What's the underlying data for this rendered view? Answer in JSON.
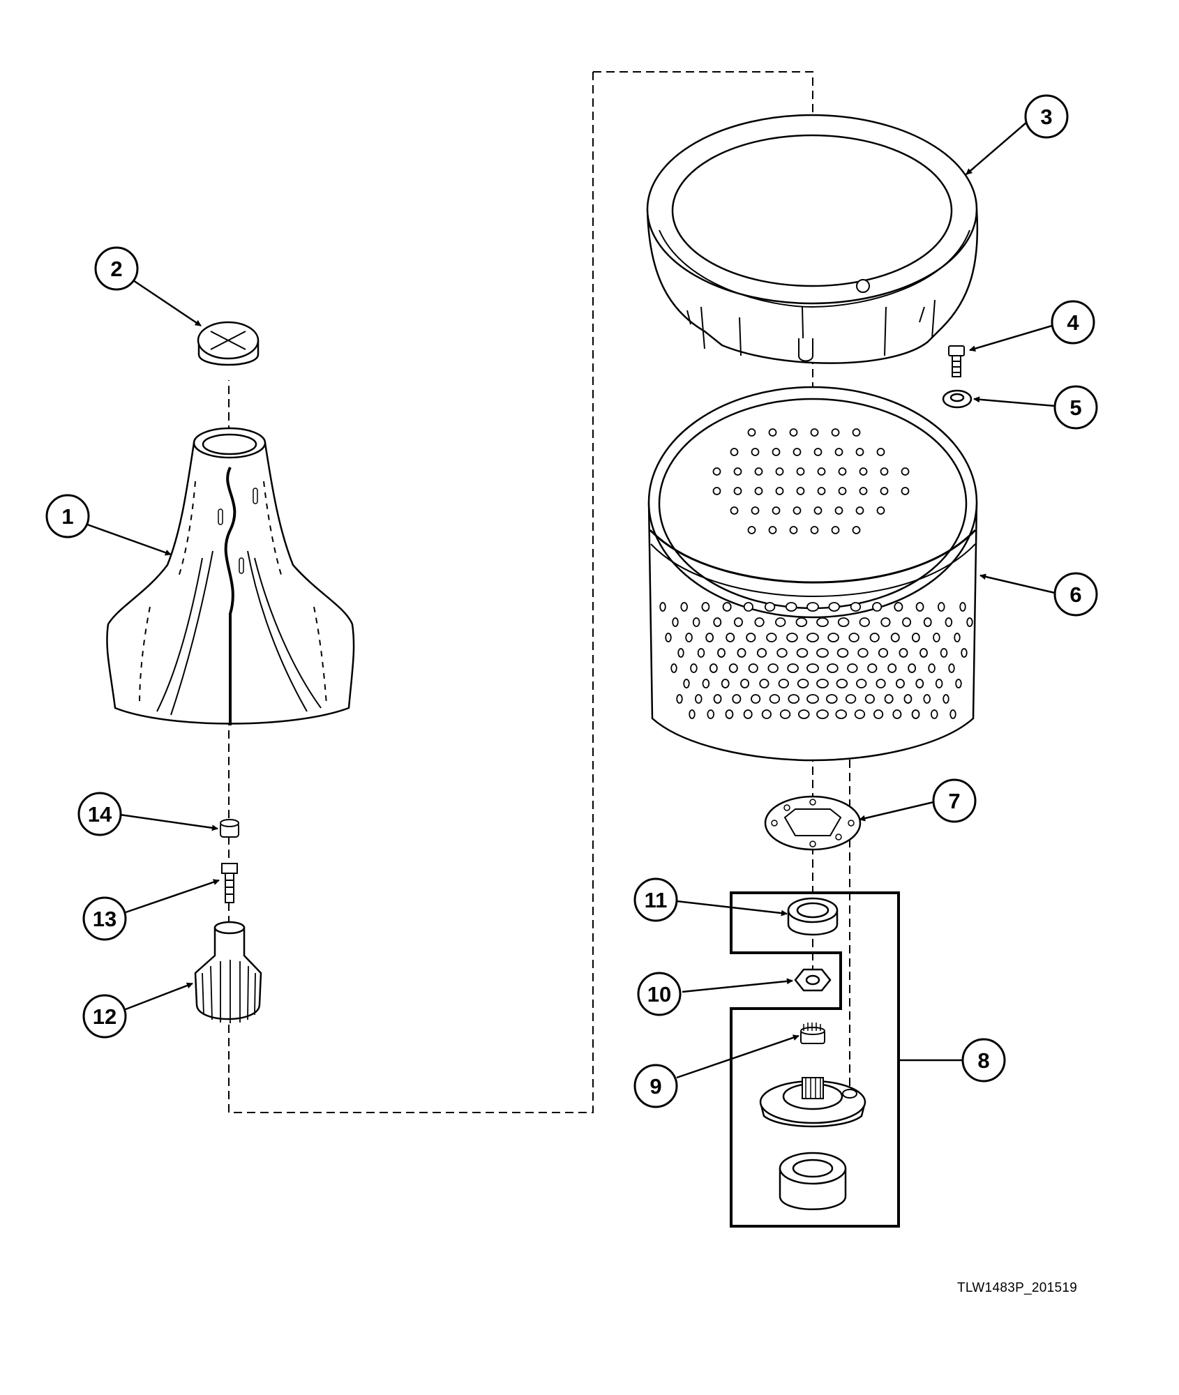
{
  "diagram": {
    "drawing_id": "TLW1483P_201519",
    "callouts": {
      "c1": "1",
      "c2": "2",
      "c3": "3",
      "c4": "4",
      "c5": "5",
      "c6": "6",
      "c7": "7",
      "c8": "8",
      "c9": "9",
      "c10": "10",
      "c11": "11",
      "c12": "12",
      "c13": "13",
      "c14": "14"
    }
  }
}
